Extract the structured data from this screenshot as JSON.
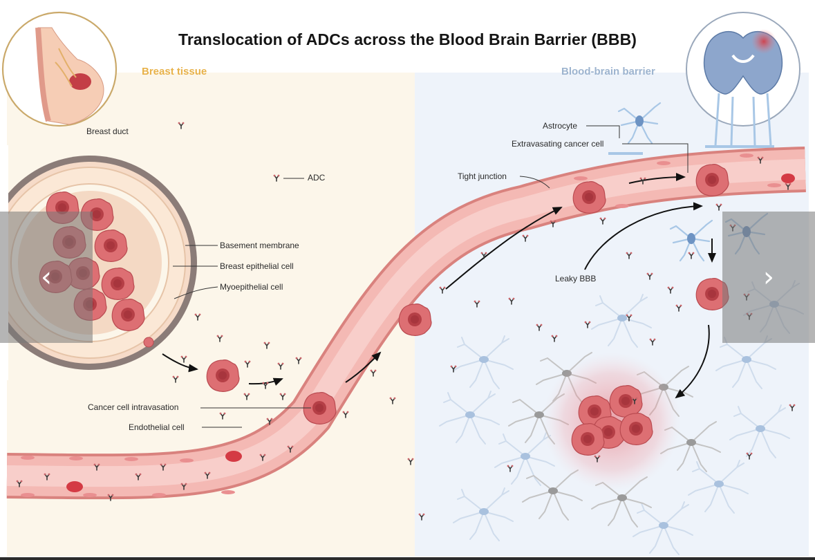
{
  "diagram": {
    "title": "Translocation of ADCs across the Blood Brain Barrier (BBB)",
    "regions": {
      "breast": "Breast tissue",
      "bbb": "Blood-brain barrier"
    },
    "labels": {
      "breast_duct": "Breast duct",
      "adc": "ADC",
      "basement_membrane": "Basement membrane",
      "breast_epithelial_cell": "Breast epithelial cell",
      "myoepithelial_cell": "Myoepithelial cell",
      "cancer_cell_intravasation": "Cancer cell intravasation",
      "endothelial_cell": "Endothelial cell",
      "tight_junction": "Tight junction",
      "astrocyte": "Astrocyte",
      "extravasating_cancer_cell": "Extravasating cancer cell",
      "leaky_bbb": "Leaky BBB"
    },
    "colors": {
      "breast_bg": "#fcf6ea",
      "brain_bg": "#eef3fa",
      "vessel": "#f4b9b4",
      "vessel_edge": "#d9827e",
      "cancer_cell": "#d9666a",
      "astrocyte": "#a8c7e6",
      "neuron_gray": "#b8b8b8"
    }
  },
  "carousel": {
    "prev_icon": "chevron-left-icon",
    "next_icon": "chevron-right-icon",
    "prev_glyph": "‹",
    "next_glyph": "›"
  }
}
